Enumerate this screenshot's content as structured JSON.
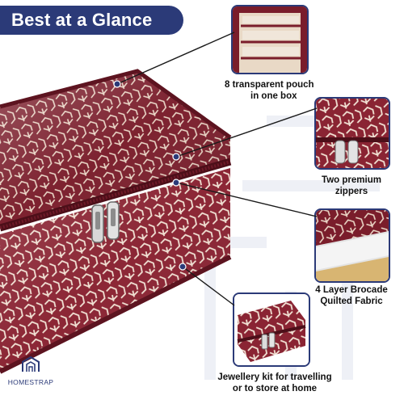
{
  "banner": {
    "title": "Best at a Glance"
  },
  "callouts": [
    {
      "lines": [
        "8 transparent pouch",
        "in one box"
      ]
    },
    {
      "lines": [
        "Two premium",
        "zippers"
      ]
    },
    {
      "lines": [
        "4 Layer Brocade",
        "Quilted Fabric"
      ]
    },
    {
      "lines": [
        "Jewellery kit for travelling",
        "or to store at home"
      ]
    }
  ],
  "brand": {
    "name": "HOMESTRAP"
  },
  "icons": {
    "product": "jewellery-box-image",
    "logo": "homestrap-logo-icon",
    "zipper": "zipper-pull-icon"
  },
  "colors": {
    "banner": "#2b3a78",
    "maroon": "#7a1d2b",
    "pattern": "#ecd9c8",
    "leader_line": "#1a1a1a",
    "dot": "#2b3a78"
  }
}
